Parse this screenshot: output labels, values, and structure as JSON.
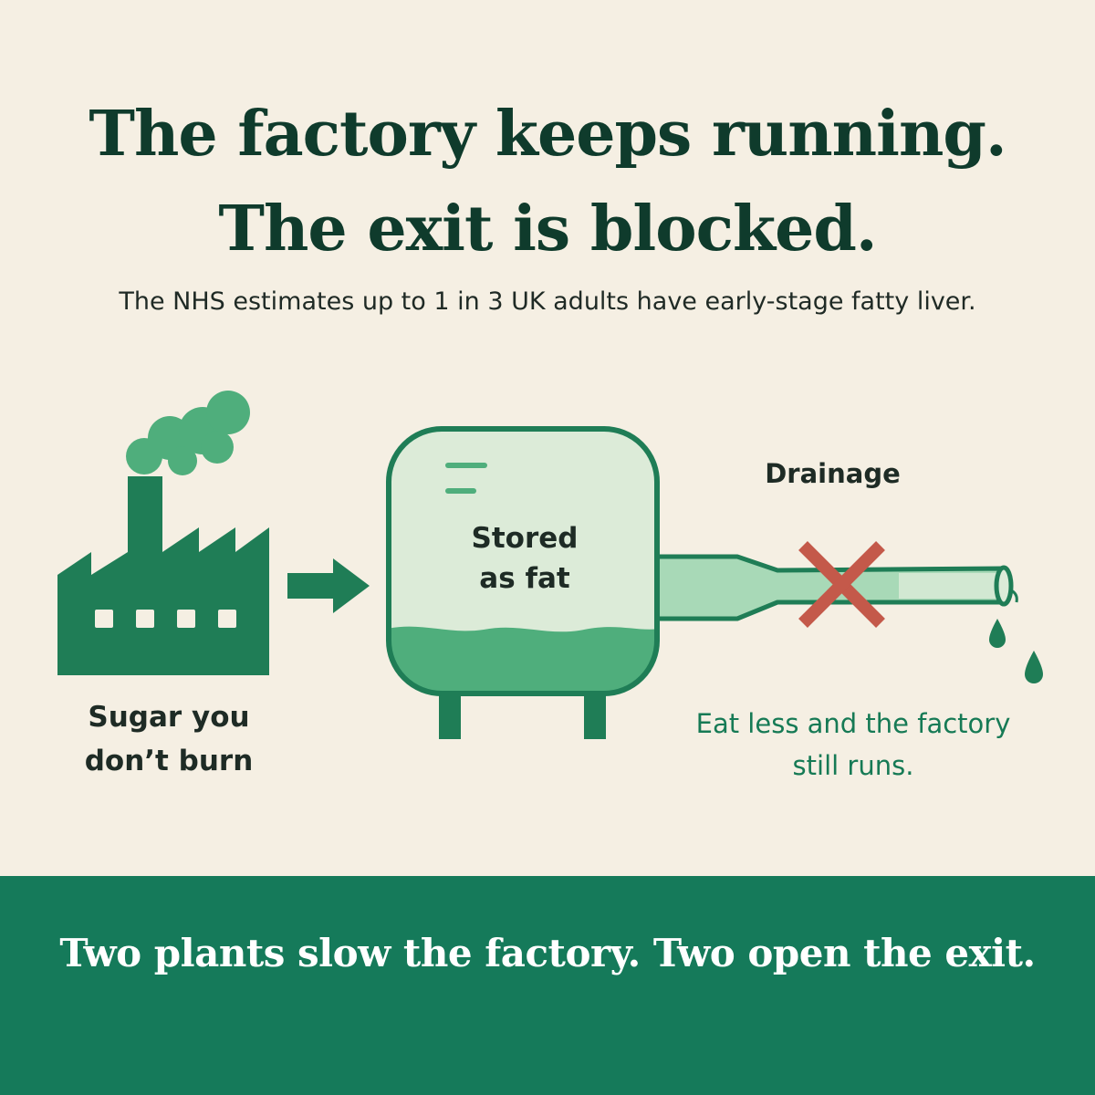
{
  "headline": {
    "line1": "The factory keeps running.",
    "line2": "The exit is blocked."
  },
  "subtitle": "The NHS estimates up to 1 in 3 UK adults have early-stage fatty liver.",
  "diagram": {
    "factory": {
      "icon": "factory-icon",
      "label_line1": "Sugar you",
      "label_line2": "don’t burn"
    },
    "arrow": {
      "icon": "right-arrow-icon"
    },
    "tank": {
      "icon": "storage-tank-icon",
      "label_line1": "Stored",
      "label_line2": "as fat"
    },
    "drain": {
      "label": "Drainage",
      "blocked_icon": "red-x-icon",
      "caption_line1": "Eat less and the factory",
      "caption_line2": "still runs."
    }
  },
  "footer": {
    "text": "Two plants slow the factory. Two open the exit."
  },
  "colors": {
    "background": "#f5efe3",
    "dark_green": "#0f3b2c",
    "brand_green": "#1f7d56",
    "light_green": "#4fae7c",
    "tank_fill": "#dcebd8",
    "pipe_fill": "#a8d9b7",
    "blocked_red": "#c4594a",
    "footer_bg": "#157a5a",
    "footer_text": "#ffffff"
  }
}
